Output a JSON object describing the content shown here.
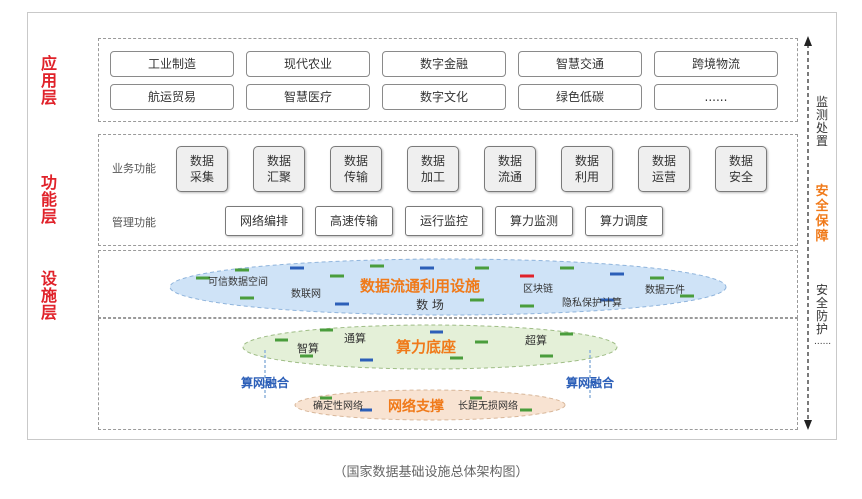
{
  "layers": {
    "application": "应用层",
    "function": "功能层",
    "facility": "设施层"
  },
  "application_items": [
    "工业制造",
    "现代农业",
    "数字金融",
    "智慧交通",
    "跨境物流",
    "航运贸易",
    "智慧医疗",
    "数字文化",
    "绿色低碳",
    "......"
  ],
  "function": {
    "business_label": "业务功能",
    "management_label": "管理功能",
    "business_items": [
      "数据采集",
      "数据汇聚",
      "数据传输",
      "数据加工",
      "数据流通",
      "数据利用",
      "数据运营",
      "数据安全"
    ],
    "management_items": [
      "网络编排",
      "高速传输",
      "运行监控",
      "算力监测",
      "算力调度"
    ]
  },
  "facility": {
    "data_field": {
      "title": "数据流通利用设施",
      "subtitle": "数 场",
      "labels": [
        "可信数据空间",
        "数联网",
        "区块链",
        "隐私保护计算",
        "数据元件"
      ]
    },
    "compute": {
      "title": "算力底座",
      "labels": [
        "智算",
        "通算",
        "超算"
      ]
    },
    "network": {
      "title": "网络支撑",
      "labels": [
        "确定性网络",
        "长距无损网络"
      ]
    },
    "fusion_left": "算网融合",
    "fusion_right": "算网融合"
  },
  "right_column": {
    "monitor": "监测处置",
    "security": "安全保障",
    "defense": "安全防护",
    "more": "......"
  },
  "caption": "（国家数据基础设施总体架构图）",
  "colors": {
    "layer_label": "#e0222a",
    "orange_title": "#f07a1a",
    "blue_label": "#2c5fb8",
    "data_ellipse": "#cfe3f7",
    "compute_ellipse": "#e4f0d8",
    "network_ellipse": "#f8e3d2"
  }
}
